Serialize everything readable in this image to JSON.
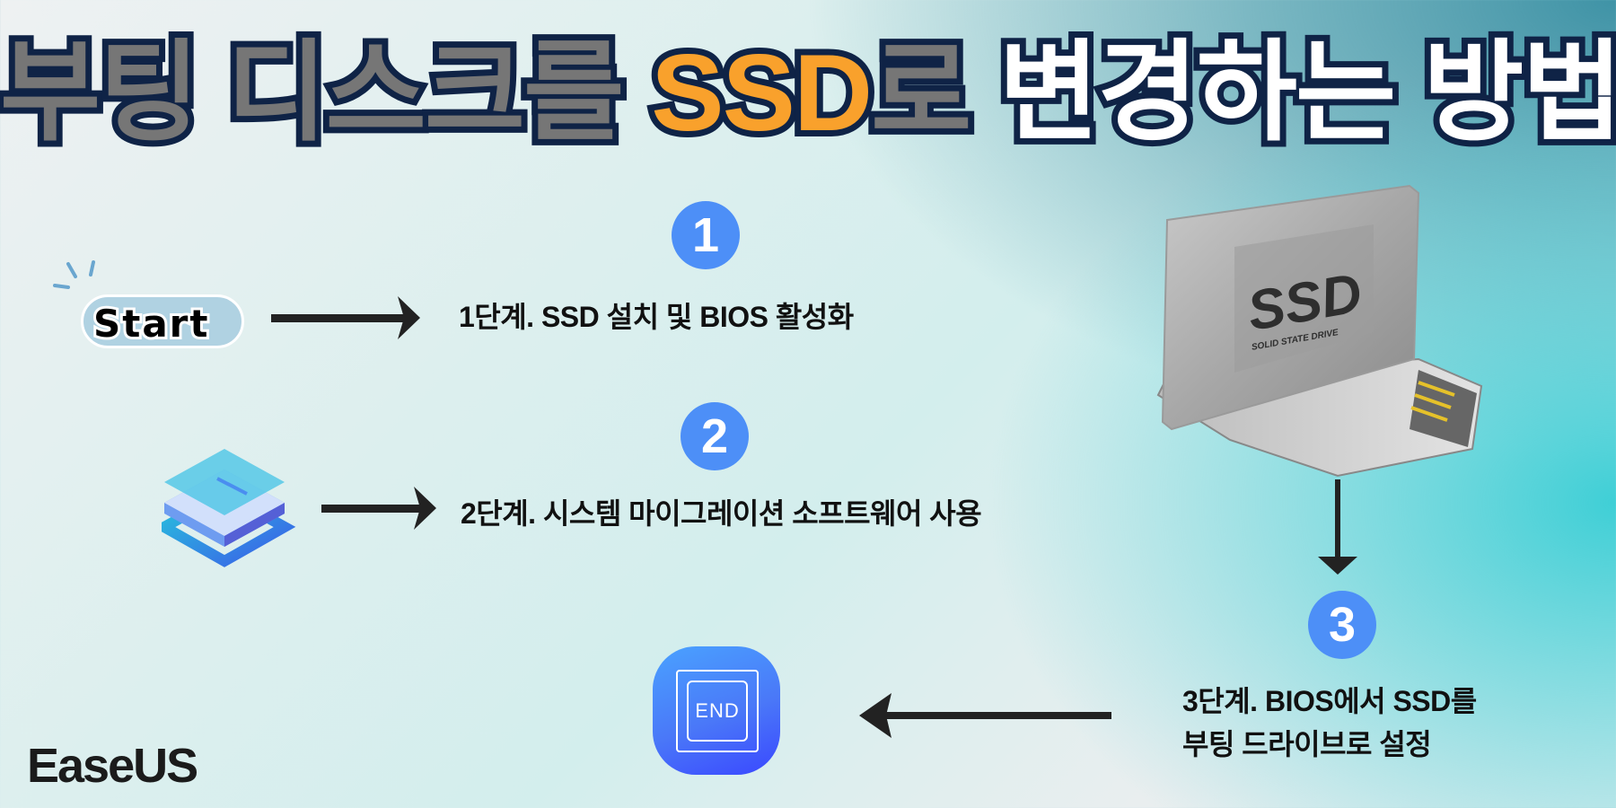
{
  "title": {
    "part1": "부팅 디스크를 ",
    "part2": "SSD",
    "part3": "로",
    "part4": " 변경하는 방법",
    "colors": {
      "gray": "#767676",
      "orange": "#f9a12c",
      "white": "#ffffff",
      "outline": "#0f2346"
    }
  },
  "start_label": "Start",
  "steps": [
    {
      "number": "1",
      "text": "1단계. SSD 설치 및 BIOS 활성화"
    },
    {
      "number": "2",
      "text": "2단계. 시스템 마이그레이션 소프트웨어 사용"
    },
    {
      "number": "3",
      "text_line1": "3단계. BIOS에서 SSD를",
      "text_line2": "부팅 드라이브로 설정"
    }
  ],
  "ssd_image": {
    "label": "SSD",
    "sublabel": "SOLID STATE DRIVE"
  },
  "end_icon_label": "END",
  "logo": "EaseUS",
  "accent": "#4d8ff7"
}
